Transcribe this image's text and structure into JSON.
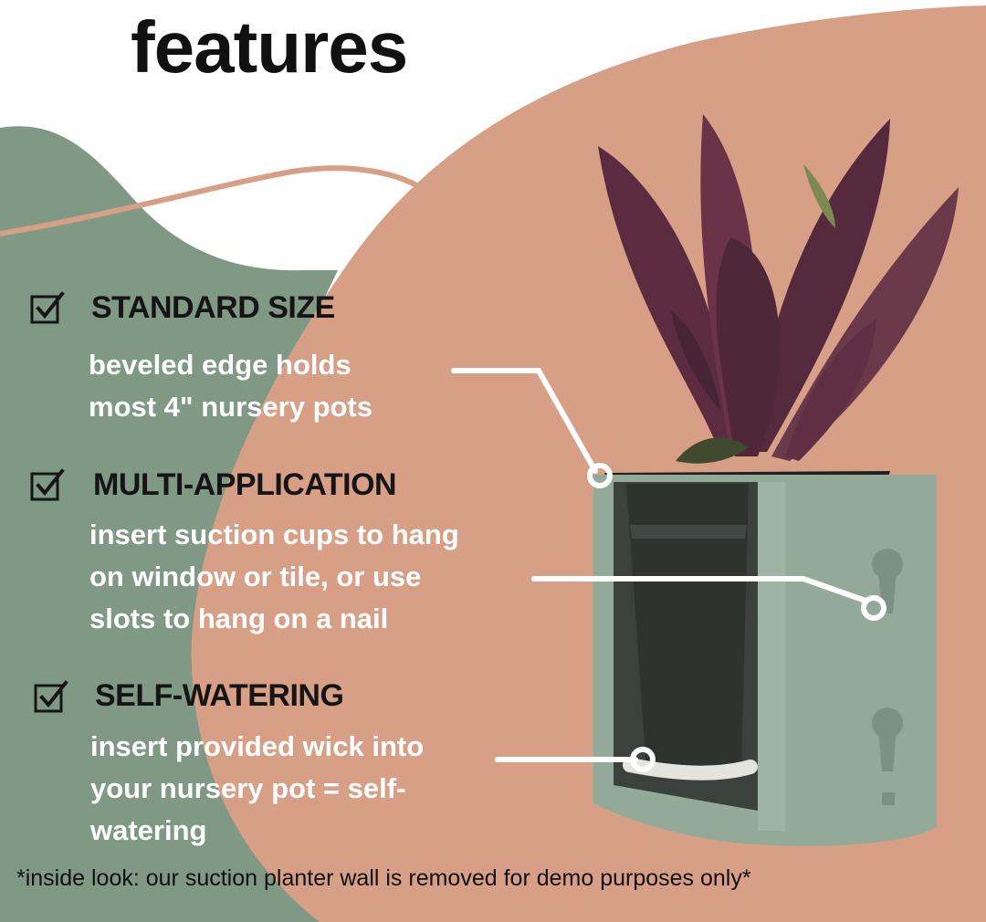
{
  "title": "features",
  "features": [
    {
      "heading": "STANDARD SIZE",
      "desc": [
        "beveled edge holds",
        "most 4\" nursery pots"
      ]
    },
    {
      "heading": "MULTI-APPLICATION",
      "desc": [
        "insert suction cups to hang",
        "on window or tile, or use",
        "slots to hang on a nail"
      ]
    },
    {
      "heading": "SELF-WATERING",
      "desc": [
        "insert provided wick into",
        "your nursery pot = self-",
        "watering"
      ]
    }
  ],
  "footnote": "*inside look: our suction planter wall is removed for demo purposes only*",
  "colors": {
    "sage": "#7f9985",
    "terracotta": "#d69f86",
    "planter": "#93aa98",
    "nursery_pot": "#2e3330",
    "leaf": "#5e3042"
  }
}
